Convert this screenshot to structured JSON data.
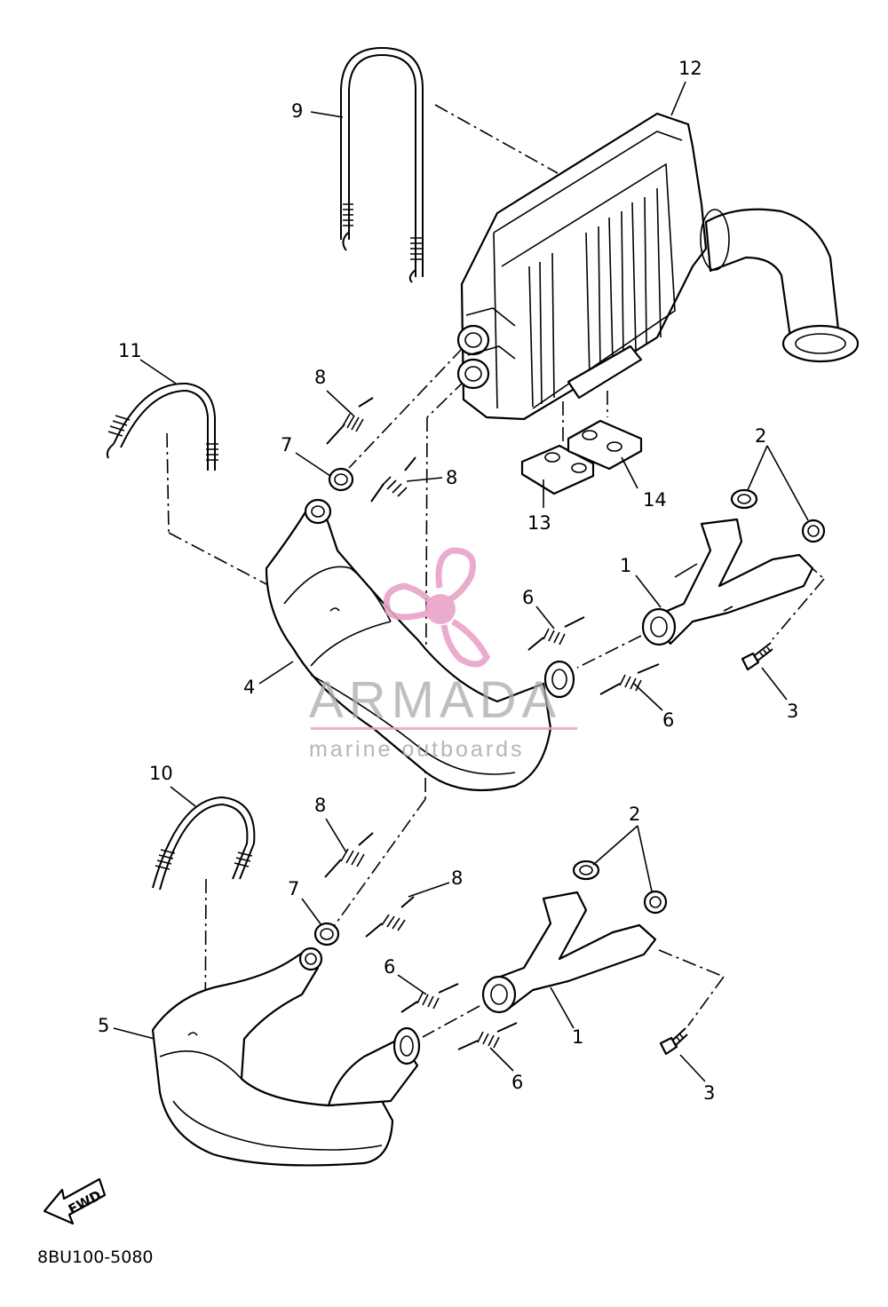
{
  "diagram": {
    "callouts": [
      "1",
      "2",
      "3",
      "4",
      "5",
      "6",
      "7",
      "8",
      "9",
      "10",
      "11",
      "12",
      "13",
      "14"
    ],
    "fwd_label": "FWD",
    "part_code": "8BU100-5080"
  },
  "watermark": {
    "brand": "ARMADA",
    "tagline": "marine outboards",
    "color": "#e8a2c8"
  }
}
